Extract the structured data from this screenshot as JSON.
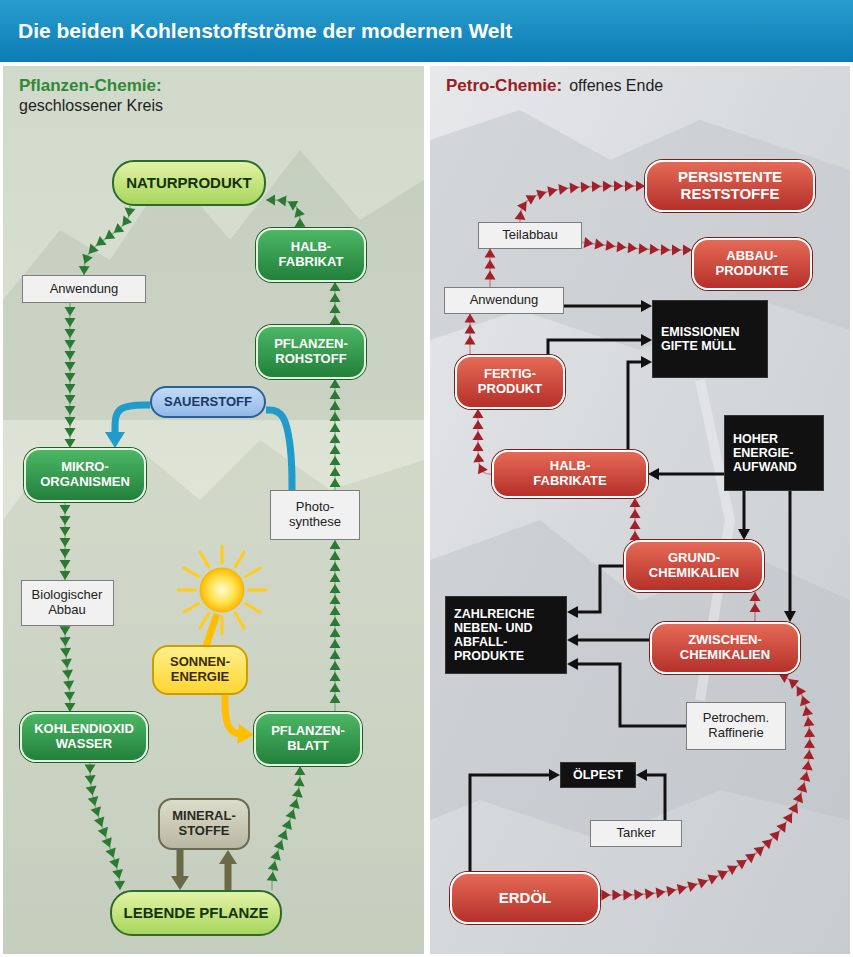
{
  "diagram": {
    "title": "Die beiden Kohlenstoffströme der modernen Welt",
    "nodes": [
      {
        "text": [
          "Pflanzen-Chemie:",
          "geschlossener Kreis"
        ]
      },
      {
        "text": [
          "NATURPRODUKT"
        ],
        "in": 0
      },
      {
        "text": [
          "HALB- FABRIKAT"
        ],
        "in": 0
      },
      {
        "text": [
          "Anwendung"
        ],
        "in": 0
      },
      {
        "text": [
          "PFLANZEN- ROHSTOFF"
        ],
        "in": 0
      },
      {
        "text": [
          "SAUERSTOFF"
        ],
        "in": 0
      },
      {
        "text": [
          "MIKRO- ORGANISMEN"
        ],
        "in": 0
      },
      {
        "text": [
          "Photo- synthese"
        ],
        "in": 0
      },
      {
        "text": [
          "Biologischer Abbau"
        ],
        "in": 0
      },
      {
        "text": [
          "SONNEN- ENERGIE"
        ],
        "in": 0
      },
      {
        "text": [
          "KOHLENDIOXID WASSER"
        ],
        "in": 0
      },
      {
        "text": [
          "PFLANZEN- BLATT"
        ],
        "in": 0
      },
      {
        "text": [
          "MINERAL- STOFFE"
        ],
        "in": 0
      },
      {
        "text": [
          "LEBENDE PFLANZE"
        ],
        "in": 0
      },
      {
        "text": [
          "Petro-Chemie:",
          "offenes Ende"
        ]
      },
      {
        "text": [
          "PERSISTENTE RESTSTOFFE"
        ],
        "in": 14
      },
      {
        "text": [
          "Teilabbau"
        ],
        "in": 14
      },
      {
        "text": [
          "ABBAU- PRODUKTE"
        ],
        "in": 14
      },
      {
        "text": [
          "Anwendung"
        ],
        "in": 14
      },
      {
        "text": [
          "EMISSIONEN GIFTE MÜLL"
        ],
        "in": 14
      },
      {
        "text": [
          "FERTIG- PRODUKT"
        ],
        "in": 14
      },
      {
        "text": [
          "HOHER ENERGIE- AUFWAND"
        ],
        "in": 14
      },
      {
        "text": [
          "HALB- FABRIKATE"
        ],
        "in": 14
      },
      {
        "text": [
          "GRUND- CHEMIKALIEN"
        ],
        "in": 14
      },
      {
        "text": [
          "ZAHLREICHE NEBEN- UND ABFALL- PRODUKTE"
        ],
        "in": 14
      },
      {
        "text": [
          "ZWISCHEN- CHEMIKALIEN"
        ],
        "in": 14
      },
      {
        "text": [
          "Petrochem. Raffinerie"
        ],
        "in": 14
      },
      {
        "text": [
          "ÖLPEST"
        ],
        "in": 14
      },
      {
        "text": [
          "Tanker"
        ],
        "in": 14
      },
      {
        "text": [
          "ERDÖL"
        ],
        "in": 14
      }
    ],
    "edges": [
      {
        "from": 13,
        "to": 11,
        "arrow": "to"
      },
      {
        "from": 11,
        "to": 7,
        "arrow": "to"
      },
      {
        "from": 7,
        "to": 4,
        "arrow": "to"
      },
      {
        "from": 4,
        "to": 2,
        "arrow": "to"
      },
      {
        "from": 2,
        "to": 1,
        "arrow": "to"
      },
      {
        "from": 1,
        "to": 3,
        "arrow": "to"
      },
      {
        "from": 3,
        "to": 6,
        "arrow": "to"
      },
      {
        "from": 6,
        "to": 8,
        "arrow": "to"
      },
      {
        "from": 8,
        "to": 10,
        "arrow": "to"
      },
      {
        "from": 10,
        "to": 13,
        "arrow": "to"
      },
      {
        "from": 7,
        "to": 5,
        "arrow": "none"
      },
      {
        "from": 5,
        "to": 6,
        "arrow": "to"
      },
      {
        "from": 9,
        "to": 11,
        "arrow": "to"
      },
      {
        "from": 12,
        "to": 13,
        "arrow": "to"
      },
      {
        "from": 13,
        "to": 12,
        "arrow": "to"
      },
      {
        "from": 29,
        "to": 25,
        "arrow": "to"
      },
      {
        "from": 25,
        "to": 23,
        "arrow": "to"
      },
      {
        "from": 23,
        "to": 22,
        "arrow": "to"
      },
      {
        "from": 22,
        "to": 20,
        "arrow": "to"
      },
      {
        "from": 20,
        "to": 18,
        "arrow": "to"
      },
      {
        "from": 18,
        "to": 16,
        "arrow": "to"
      },
      {
        "from": 16,
        "to": 15,
        "arrow": "to"
      },
      {
        "from": 16,
        "to": 17,
        "arrow": "to"
      },
      {
        "from": 18,
        "to": 19,
        "arrow": "to"
      },
      {
        "from": 20,
        "to": 19,
        "arrow": "to"
      },
      {
        "from": 22,
        "to": 19,
        "arrow": "to"
      },
      {
        "from": 21,
        "to": 22,
        "arrow": "to"
      },
      {
        "from": 21,
        "to": 23,
        "arrow": "to"
      },
      {
        "from": 21,
        "to": 25,
        "arrow": "to"
      },
      {
        "from": 23,
        "to": 24,
        "arrow": "to"
      },
      {
        "from": 25,
        "to": 24,
        "arrow": "to"
      },
      {
        "from": 26,
        "to": 24,
        "arrow": "to"
      },
      {
        "from": 29,
        "to": 27,
        "arrow": "to"
      },
      {
        "from": 28,
        "to": 27,
        "arrow": "to"
      }
    ]
  }
}
